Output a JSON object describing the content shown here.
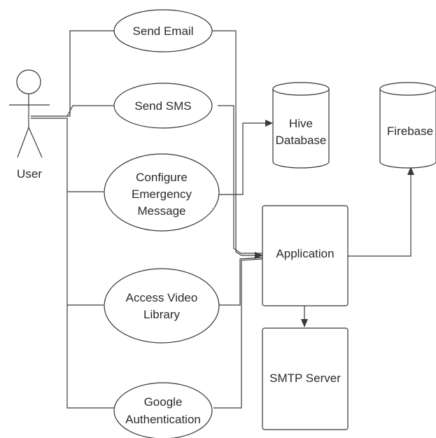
{
  "actor": {
    "label": "User"
  },
  "use_cases": {
    "send_email": [
      "Send Email"
    ],
    "send_sms": [
      "Send SMS"
    ],
    "configure_message": [
      "Configure",
      "Emergency",
      "Message"
    ],
    "access_video": [
      "Access Video",
      "Library"
    ],
    "google_auth": [
      "Google",
      "Authentication"
    ]
  },
  "databases": {
    "hive": [
      "Hive",
      "Database"
    ],
    "firebase": [
      "Firebase"
    ]
  },
  "components": {
    "application": "Application",
    "smtp_server": "SMTP Server"
  }
}
